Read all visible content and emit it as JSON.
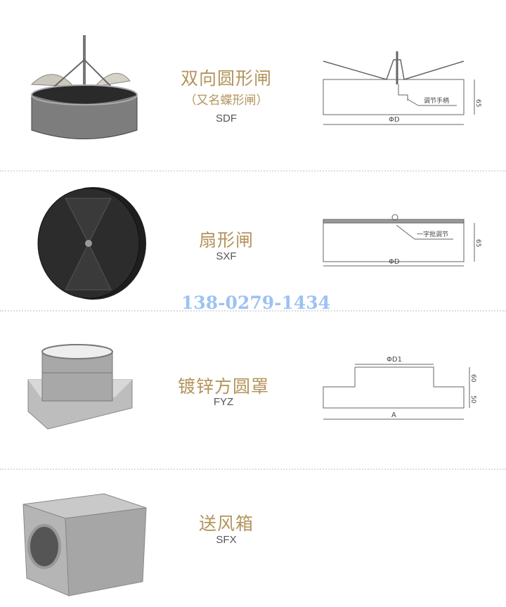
{
  "products": [
    {
      "name": "双向圆形闸",
      "alias": "（又名蝶形闸）",
      "code": "SDF",
      "diagram": {
        "dim_label": "ΦD",
        "height": "65",
        "callout": "调节手柄"
      }
    },
    {
      "name": "扇形闸",
      "code": "SXF",
      "diagram": {
        "dim_label": "ΦD",
        "height": "65",
        "callout": "一字批调节"
      }
    },
    {
      "name": "镀锌方圆罩",
      "code": "FYZ",
      "diagram": {
        "top_label": "ΦD1",
        "width_label": "A",
        "upper_height": "60",
        "lower_height": "50"
      }
    },
    {
      "name": "送风箱",
      "code": "SFX"
    }
  ],
  "phone": "138-0279-1434",
  "colors": {
    "title": "#b3945c",
    "phone": "#9cc2f2"
  }
}
